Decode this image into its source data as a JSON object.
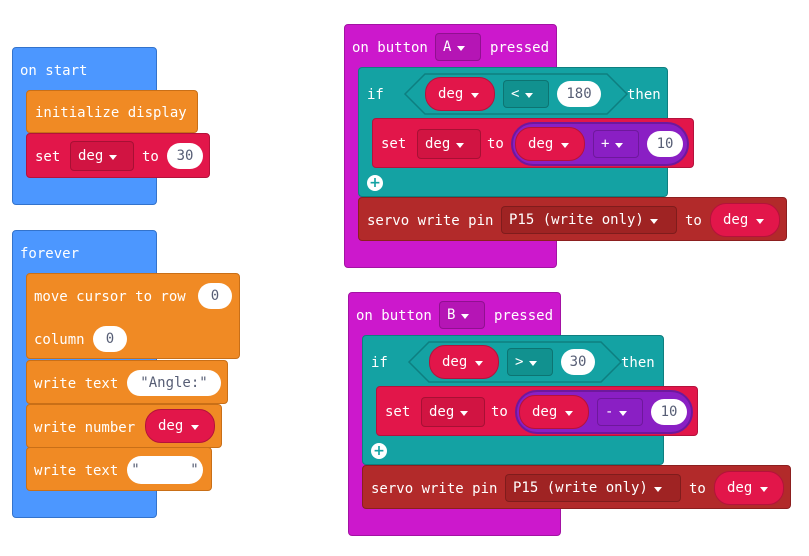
{
  "on_start": {
    "header": "on start",
    "init": "initialize display",
    "set_label": "set",
    "var": "deg",
    "to_label": "to",
    "value": "30"
  },
  "forever": {
    "header": "forever",
    "move_label": "move cursor to row",
    "row": "0",
    "column_label": "column",
    "column": "0",
    "write_text_label": "write text",
    "text1": "\"Angle:\"",
    "write_number_label": "write number",
    "number_var": "deg",
    "text2": "\"      \""
  },
  "button_a": {
    "header_pre": "on button",
    "button": "A",
    "header_post": "pressed",
    "if_label": "if",
    "cond_var": "deg",
    "cond_op": "<",
    "cond_val": "180",
    "then_label": "then",
    "set_label": "set",
    "set_var": "deg",
    "to_label": "to",
    "expr_var": "deg",
    "expr_op": "+",
    "expr_val": "10",
    "servo_label": "servo write pin",
    "pin": "P15 (write only)",
    "servo_to": "to",
    "servo_var": "deg"
  },
  "button_b": {
    "header_pre": "on button",
    "button": "B",
    "header_post": "pressed",
    "if_label": "if",
    "cond_var": "deg",
    "cond_op": ">",
    "cond_val": "30",
    "then_label": "then",
    "set_label": "set",
    "set_var": "deg",
    "to_label": "to",
    "expr_var": "deg",
    "expr_op": "-",
    "expr_val": "10",
    "servo_label": "servo write pin",
    "pin": "P15 (write only)",
    "servo_to": "to",
    "servo_var": "deg"
  }
}
